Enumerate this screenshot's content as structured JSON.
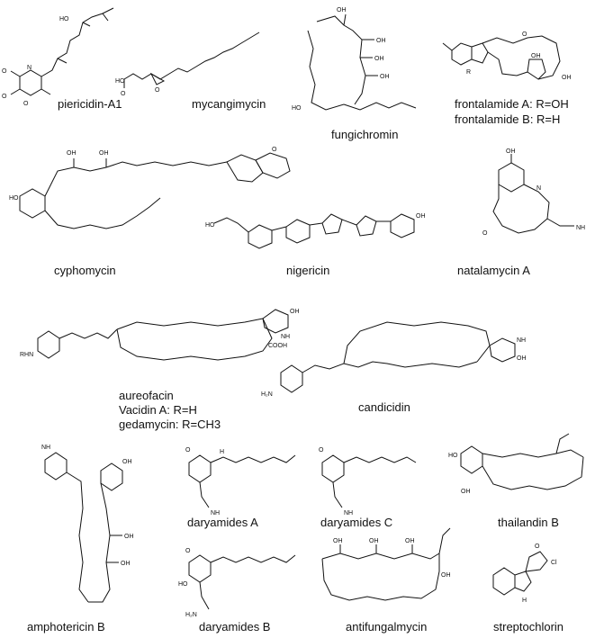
{
  "compounds": {
    "piericidin": {
      "label": "piericidin-A1"
    },
    "mycangimycin": {
      "label": "mycangimycin"
    },
    "fungichromin": {
      "label": "fungichromin"
    },
    "frontalamide": {
      "label_a": "frontalamide A: R=OH",
      "label_b": "frontalamide B: R=H"
    },
    "cyphomycin": {
      "label": "cyphomycin"
    },
    "nigericin": {
      "label": "nigericin"
    },
    "natalamycin": {
      "label": "natalamycin A"
    },
    "aureofacin": {
      "label_1": "aureofacin",
      "label_2": "Vacidin A: R=H",
      "label_3": "gedamycin: R=CH3"
    },
    "candicidin": {
      "label": "candicidin"
    },
    "amphotericin": {
      "label": "amphotericin B"
    },
    "daryamidesA": {
      "label": "daryamides A"
    },
    "daryamidesC": {
      "label": "daryamides C"
    },
    "thailandin": {
      "label": "thailandin B"
    },
    "daryamidesB": {
      "label": "daryamides B"
    },
    "antifungalmycin": {
      "label": "antifungalmycin"
    },
    "streptochlorin": {
      "label": "streptochlorin"
    }
  },
  "atoms": {
    "OH": "OH",
    "O": "O",
    "N": "N",
    "NH": "H",
    "NH2": "NH",
    "sub2": "2",
    "H2N": "H₂N",
    "RHN": "RHN",
    "COOH": "COOH",
    "Cl": "Cl",
    "R": "R",
    "HO": "HO"
  },
  "colors": {
    "line": "#111111",
    "background": "#ffffff"
  }
}
